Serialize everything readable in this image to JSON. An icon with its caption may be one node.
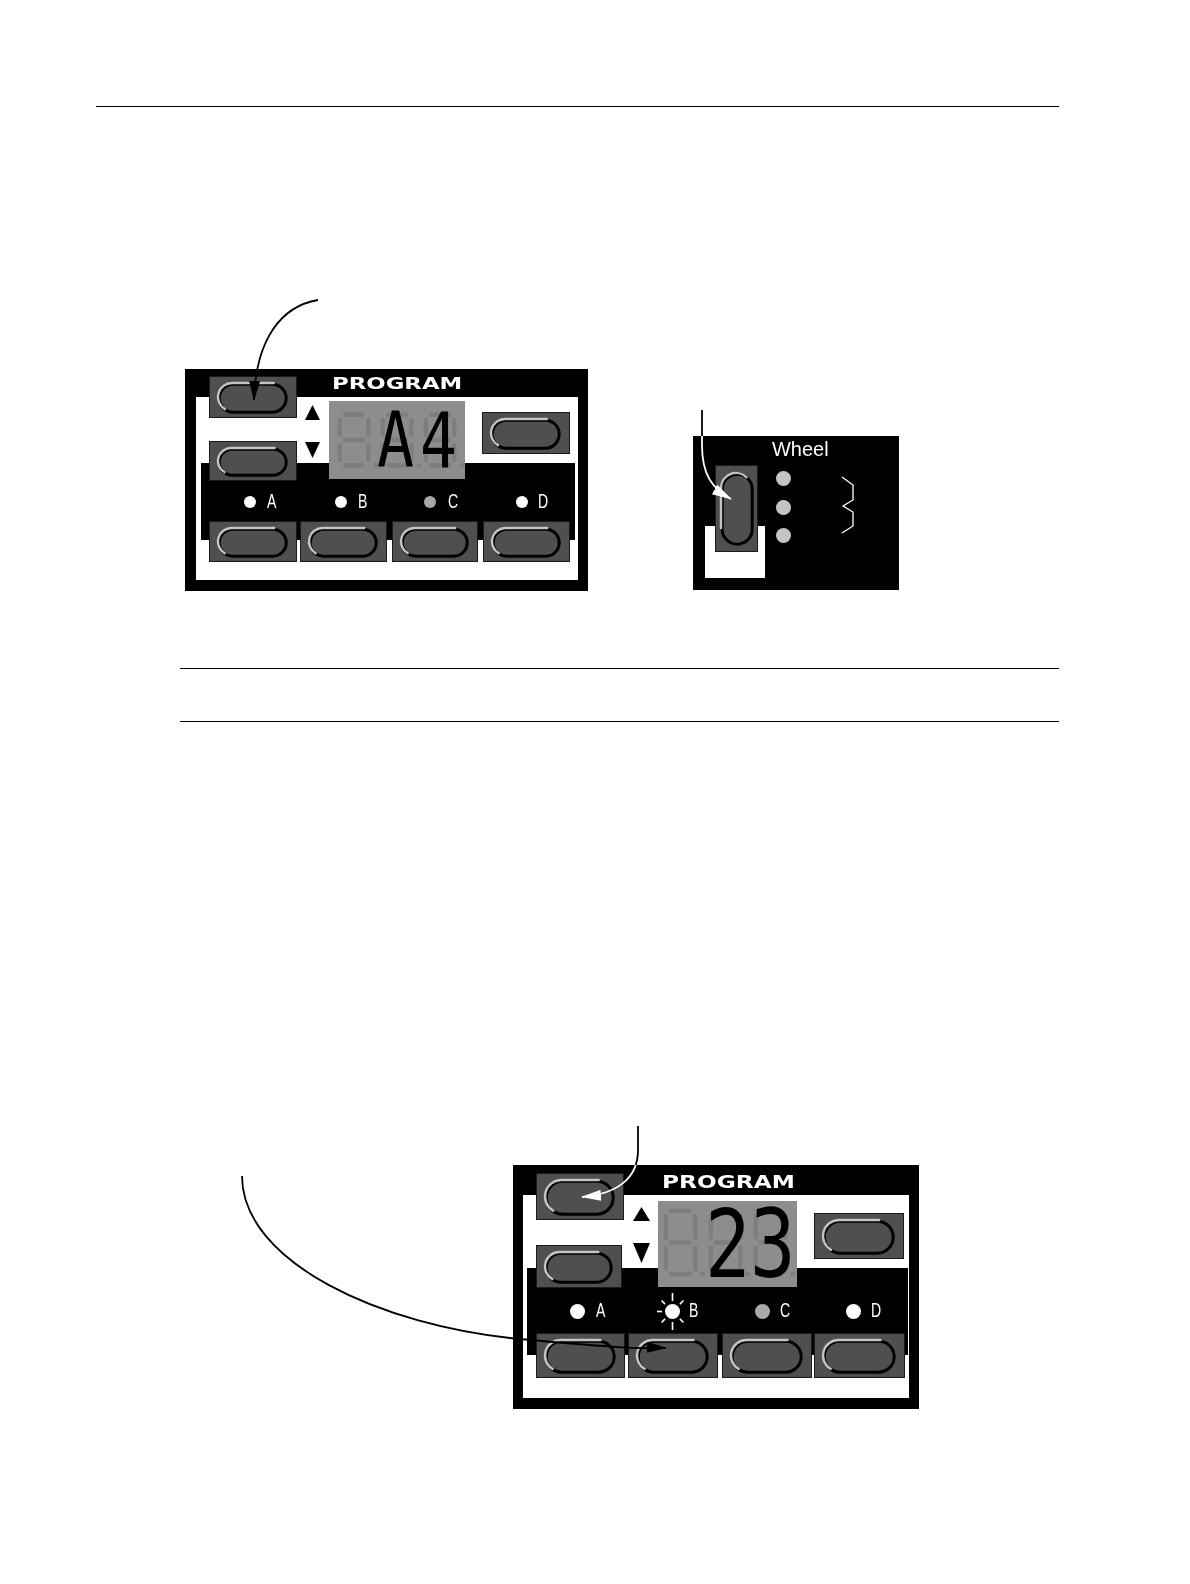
{
  "diagram": {
    "nodes": [
      {
        "text": [
          "PROGRAM"
        ]
      },
      {
        "text": [],
        "shape": "box",
        "in": 0
      },
      {
        "text": [],
        "shape": "box",
        "in": 0
      },
      {
        "text": [],
        "shape": "box",
        "in": 0
      },
      {
        "text": [],
        "shape": "box",
        "in": 0
      },
      {
        "text": [],
        "shape": "box",
        "in": 0
      },
      {
        "text": [],
        "shape": "box",
        "in": 0
      },
      {
        "text": [],
        "shape": "box",
        "in": 0
      },
      {
        "text": [
          "Wheel"
        ]
      },
      {
        "text": [],
        "shape": "box",
        "in": 8
      },
      {
        "text": [
          "PROGRAM"
        ]
      },
      {
        "text": [],
        "shape": "box",
        "in": 10
      },
      {
        "text": [],
        "shape": "box",
        "in": 10
      },
      {
        "text": [],
        "shape": "box",
        "in": 10
      },
      {
        "text": [],
        "shape": "box",
        "in": 10
      },
      {
        "text": [],
        "shape": "box",
        "in": 10
      },
      {
        "text": [],
        "shape": "box",
        "in": 10
      },
      {
        "text": [],
        "shape": "box",
        "in": 10
      }
    ],
    "edges": [
      {
        "from": null,
        "to": 1,
        "arrow": "to"
      },
      {
        "from": null,
        "to": 9,
        "arrow": "to"
      },
      {
        "from": null,
        "to": 11,
        "arrow": "to"
      },
      {
        "from": null,
        "to": 15,
        "arrow": "to"
      }
    ],
    "labels": [
      "A4",
      "A",
      "B",
      "C",
      "D",
      "23",
      "A",
      "B",
      "C",
      "D"
    ]
  }
}
